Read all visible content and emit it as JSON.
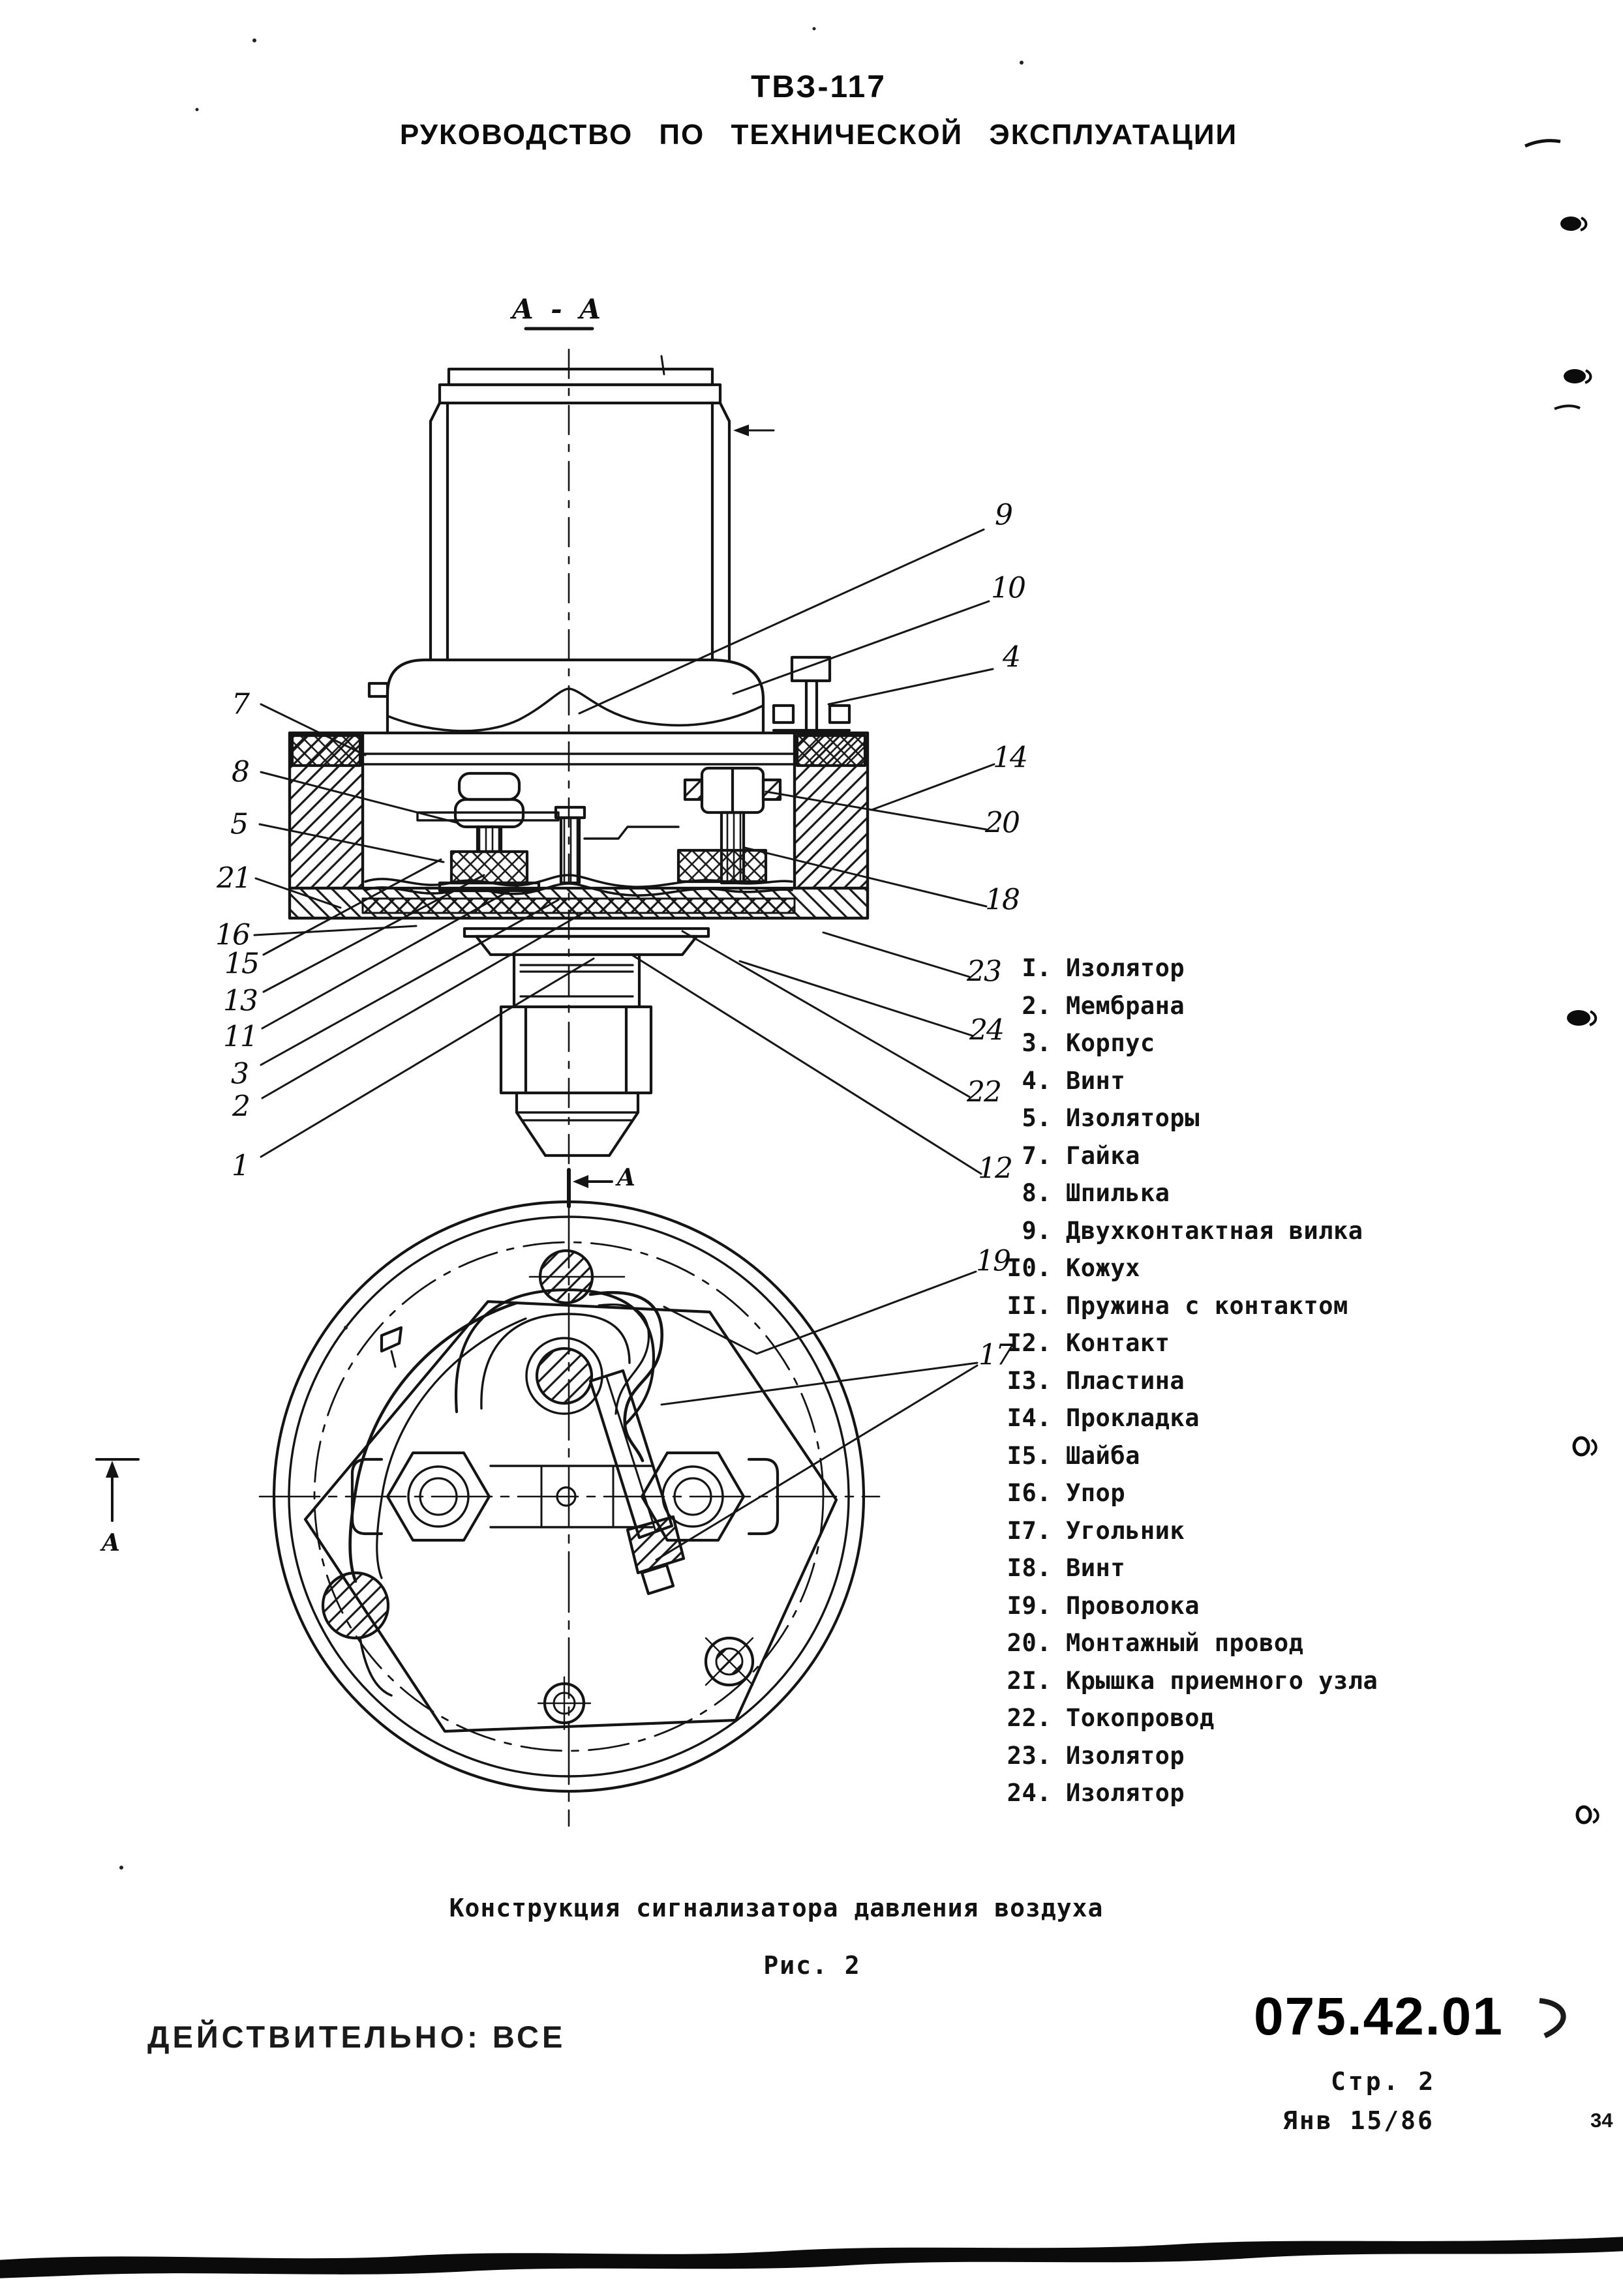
{
  "header": {
    "model": "ТВЗ-117",
    "title": "РУКОВОДСТВО ПО ТЕХНИЧЕСКОЙ ЭКСПЛУАТАЦИИ"
  },
  "figure": {
    "section_label": "A - A",
    "cut_arrow_label": "A",
    "side_arrow_label": "A",
    "caption": "Конструкция сигнализатора давления воздуха",
    "figure_number": "Рис. 2"
  },
  "callouts": {
    "c1": "1",
    "c2": "2",
    "c3": "3",
    "c4": "4",
    "c5": "5",
    "c7": "7",
    "c8": "8",
    "c9": "9",
    "c10": "10",
    "c11": "11",
    "c12": "12",
    "c13": "13",
    "c14": "14",
    "c15": "15",
    "c16": "16",
    "c17": "17",
    "c18": "18",
    "c19": "19",
    "c20": "20",
    "c21": "21",
    "c22": "22",
    "c23": "23",
    "c24": "24"
  },
  "parts": [
    {
      "num": "I.",
      "name": "Изолятор"
    },
    {
      "num": "2.",
      "name": "Мембрана"
    },
    {
      "num": "3.",
      "name": "Корпус"
    },
    {
      "num": "4.",
      "name": "Винт"
    },
    {
      "num": "5.",
      "name": "Изоляторы"
    },
    {
      "num": "7.",
      "name": "Гайка"
    },
    {
      "num": "8.",
      "name": "Шпилька"
    },
    {
      "num": "9.",
      "name": "Двухконтактная вилка"
    },
    {
      "num": "I0.",
      "name": "Кожух"
    },
    {
      "num": "II.",
      "name": "Пружина с контактом"
    },
    {
      "num": "I2.",
      "name": "Контакт"
    },
    {
      "num": "I3.",
      "name": "Пластина"
    },
    {
      "num": "I4.",
      "name": "Прокладка"
    },
    {
      "num": "I5.",
      "name": "Шайба"
    },
    {
      "num": "I6.",
      "name": "Упор"
    },
    {
      "num": "I7.",
      "name": "Угольник"
    },
    {
      "num": "I8.",
      "name": "Винт"
    },
    {
      "num": "I9.",
      "name": "Проволока"
    },
    {
      "num": "20.",
      "name": "Монтажный провод"
    },
    {
      "num": "2I.",
      "name": "Крышка приемного узла"
    },
    {
      "num": "22.",
      "name": "Токопровод"
    },
    {
      "num": "23.",
      "name": "Изолятор"
    },
    {
      "num": "24.",
      "name": "Изолятор"
    }
  ],
  "footer": {
    "validity": "ДЕЙСТВИТЕЛЬНО: ВСЕ",
    "doc_number": "075.42.01",
    "page": "Стр. 2",
    "date": "Янв 15/86",
    "corner_number": "34"
  }
}
